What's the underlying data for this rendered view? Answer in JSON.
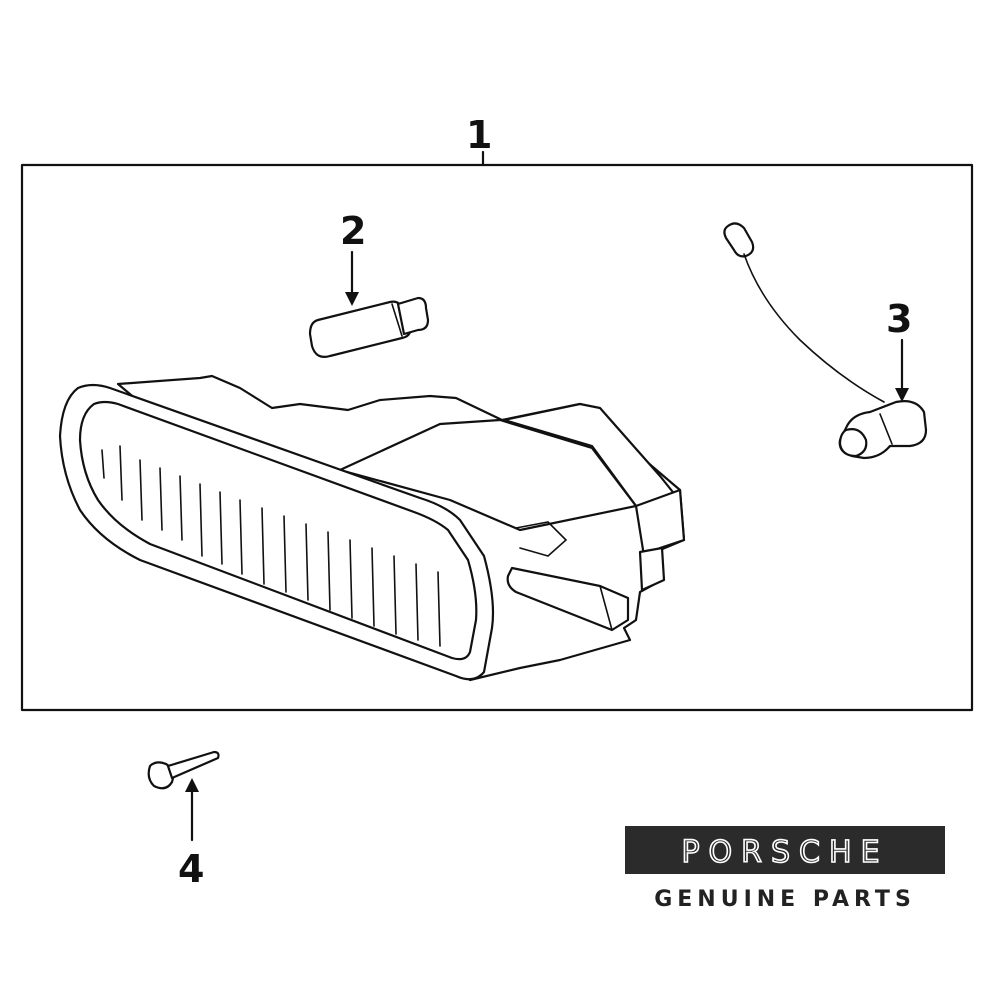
{
  "callouts": {
    "c1": "1",
    "c2": "2",
    "c3": "3",
    "c4": "4"
  },
  "logo": {
    "brand": "PORSCHE",
    "tagline": "GENUINE PARTS"
  }
}
